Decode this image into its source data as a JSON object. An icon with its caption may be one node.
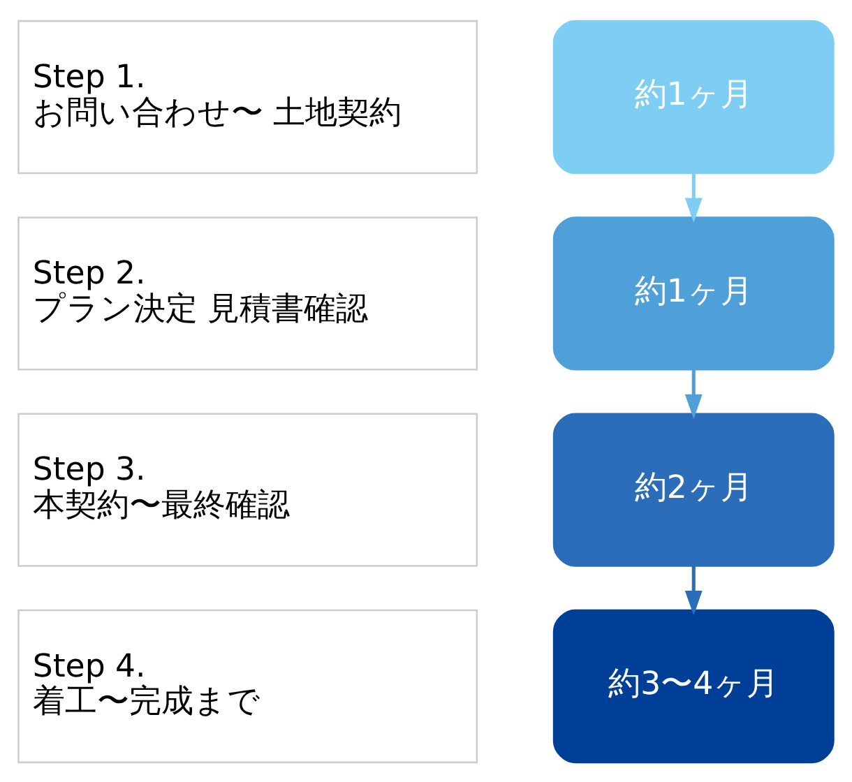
{
  "diagram": {
    "nodes": [
      {
        "text": [
          "Step 1.",
          "お問い合わせ〜 土地契約"
        ]
      },
      {
        "text": [
          "約1ヶ月"
        ]
      },
      {
        "text": [
          "Step 2.",
          "プラン決定 見積書確認"
        ]
      },
      {
        "text": [
          "約1ヶ月"
        ]
      },
      {
        "text": [
          "Step 3.",
          "本契約〜最終確認"
        ]
      },
      {
        "text": [
          "約2ヶ月"
        ]
      },
      {
        "text": [
          "Step 4.",
          "着工〜完成まで"
        ]
      },
      {
        "text": [
          "約3〜4ヶ月"
        ]
      }
    ],
    "edges": [
      {
        "from": 1,
        "to": 3,
        "arrow": "to",
        "color": "#7ecef4"
      },
      {
        "from": 3,
        "to": 5,
        "arrow": "to",
        "color": "#4f9fd8"
      },
      {
        "from": 5,
        "to": 7,
        "arrow": "to",
        "color": "#2b6db8"
      }
    ]
  }
}
